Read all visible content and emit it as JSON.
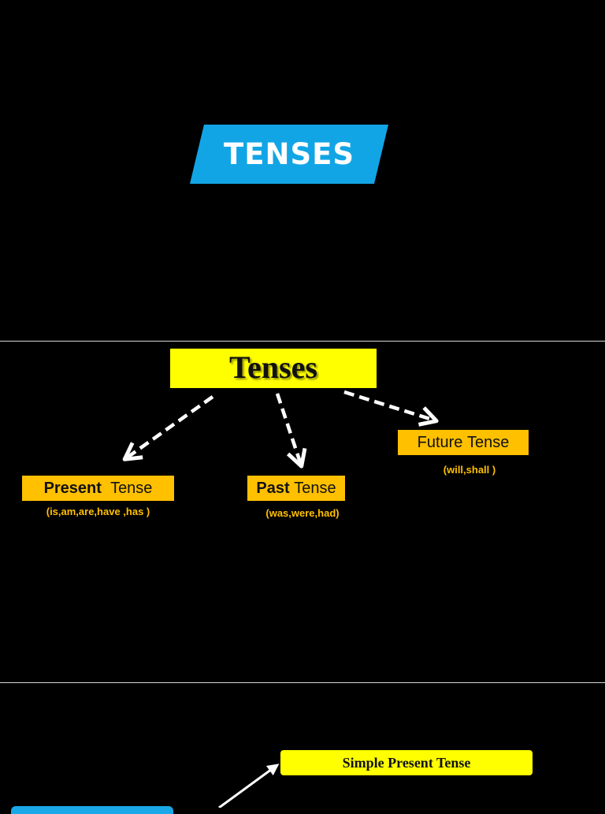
{
  "slide1": {
    "title": "TENSES",
    "banner_color": "#12a5e6"
  },
  "slide2": {
    "root": "Tenses",
    "present": {
      "keyword": "Present",
      "rest": "Tense",
      "aux": "(is,am,are,have ,has )"
    },
    "past": {
      "keyword": "Past",
      "rest": "Tense",
      "aux": "(was,were,had)"
    },
    "future": {
      "keyword": "Future",
      "rest": "Tense",
      "aux": "(will,shall )"
    },
    "root_color": "#ffff00",
    "box_color": "#ffc000"
  },
  "slide3": {
    "box": "Simple Present Tense"
  }
}
